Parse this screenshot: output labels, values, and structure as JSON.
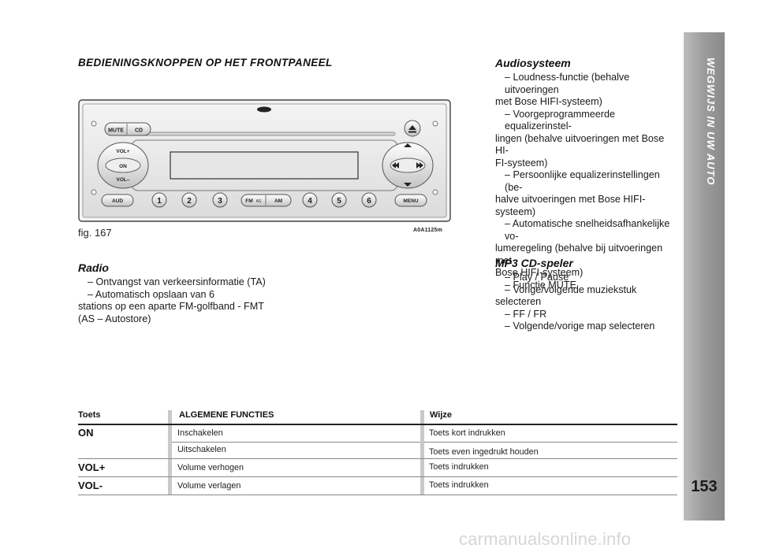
{
  "heading": "BEDIENINGSKNOPPEN OP HET FRONTPANEEL",
  "figure": {
    "caption": "fig. 167",
    "code": "A0A1125m",
    "buttons": {
      "mute": "MUTE",
      "cd": "CD",
      "vol_up": "VOL+",
      "on": "ON",
      "vol_down": "VOL–",
      "aud": "AUD",
      "preset1": "1",
      "preset2": "2",
      "preset3": "3",
      "fm": "FM",
      "as": "AS",
      "am": "AM",
      "preset4": "4",
      "preset5": "5",
      "preset6": "6",
      "menu": "MENU"
    }
  },
  "radio": {
    "title": "Radio",
    "items": [
      "– Ontvangst van verkeersinformatie (TA)",
      "– Automatisch opslaan van 6"
    ],
    "continuation": [
      "stations op een aparte FM-golfband - FMT",
      "(AS – Autostore)"
    ]
  },
  "audio": {
    "title": "Audiosysteem",
    "lines": [
      "– Loudness-functie (behalve uitvoeringen",
      "met Bose HIFI-systeem)",
      "– Voorgeprogrammeerde equalizerinstel-",
      "lingen (behalve uitvoeringen met Bose HI-",
      "FI-systeem)",
      "– Persoonlijke equalizerinstellingen (be-",
      "halve uitvoeringen met Bose HIFI-systeem)",
      "– Automatische snelheidsafhankelijke vo-",
      "lumeregeling (behalve bij uitvoeringen met",
      "Bose HIFI-systeem)",
      "– Functie MUTE"
    ]
  },
  "mp3": {
    "title": "MP3 CD-speler",
    "lines": [
      "– Play / Pause",
      "– Vorige/volgende muziekstuk",
      "selecteren",
      "– FF / FR",
      "– Volgende/vorige map selecteren"
    ]
  },
  "table": {
    "headers": {
      "key": "Toets",
      "function": "ALGEMENE FUNCTIES",
      "mode": "Wijze"
    },
    "rows": [
      {
        "key": "ON",
        "function": "Inschakelen",
        "mode": "Toets kort indrukken"
      },
      {
        "key": "",
        "function": "Uitschakelen",
        "mode": "Toets even ingedrukt houden"
      },
      {
        "key": "VOL+",
        "function": "Volume verhogen",
        "mode": "Toets indrukken"
      },
      {
        "key": "VOL-",
        "function": "Volume verlagen",
        "mode": "Toets indrukken"
      }
    ]
  },
  "sidebar": {
    "title": "WEGWIJS IN UW AUTO",
    "page_number": "153"
  },
  "watermark": "carmanualsonline.info"
}
